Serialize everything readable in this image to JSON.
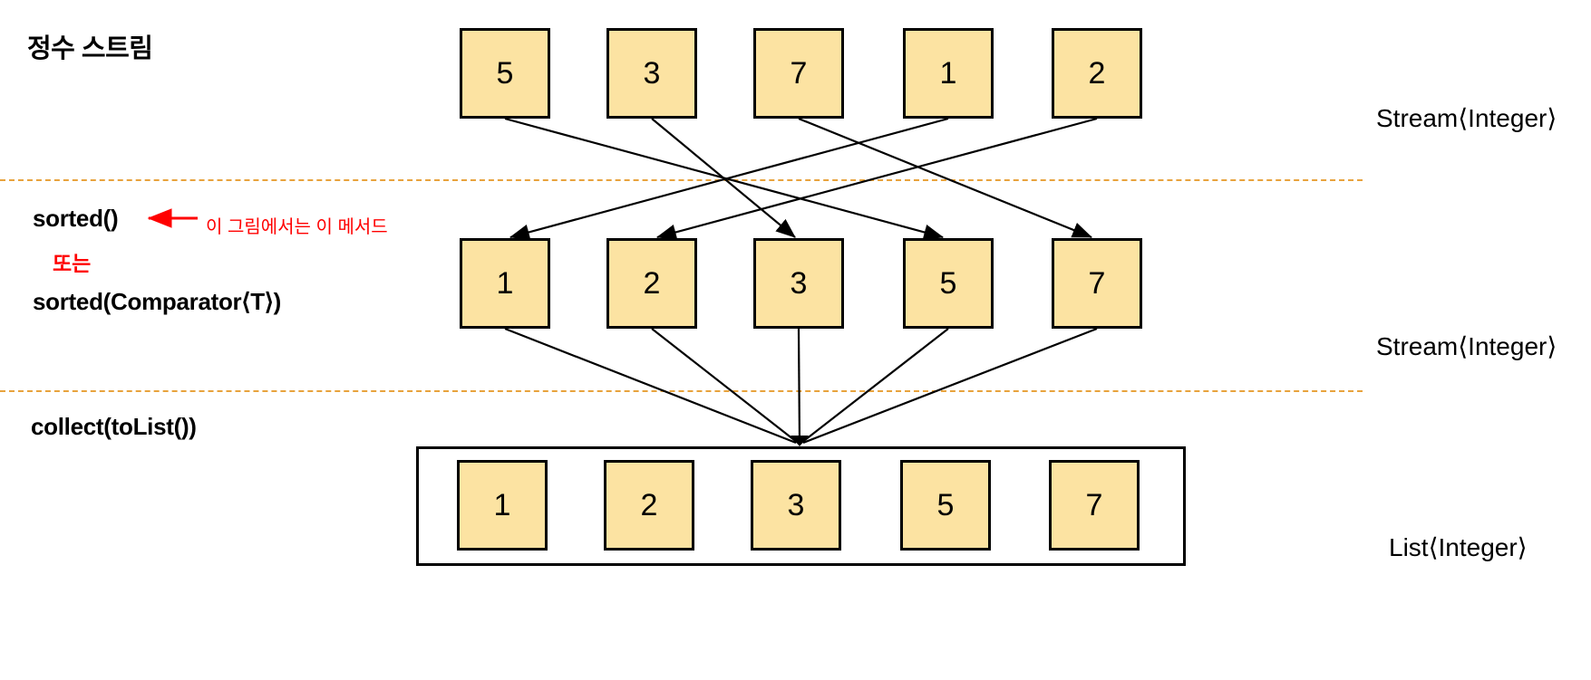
{
  "title": "정수 스트림",
  "colors": {
    "box_fill": "#FCE3A2",
    "box_border": "#000000",
    "separator": "#E8A33D",
    "annotation": "#FF0000",
    "arrow": "#000000"
  },
  "stages": [
    {
      "id": "source",
      "label": "",
      "type_label": "Stream⟨Integer⟩",
      "values": [
        "5",
        "3",
        "7",
        "1",
        "2"
      ]
    },
    {
      "id": "sorted",
      "label": "sorted()",
      "label_alt": "sorted(Comparator⟨T⟩)",
      "or_text": "또는",
      "annotation": "이 그림에서는 이 메서드",
      "type_label": "Stream⟨Integer⟩",
      "values": [
        "1",
        "2",
        "3",
        "5",
        "7"
      ]
    },
    {
      "id": "collect",
      "label": "collect(toList())",
      "type_label": "List⟨Integer⟩",
      "values": [
        "1",
        "2",
        "3",
        "5",
        "7"
      ]
    }
  ]
}
